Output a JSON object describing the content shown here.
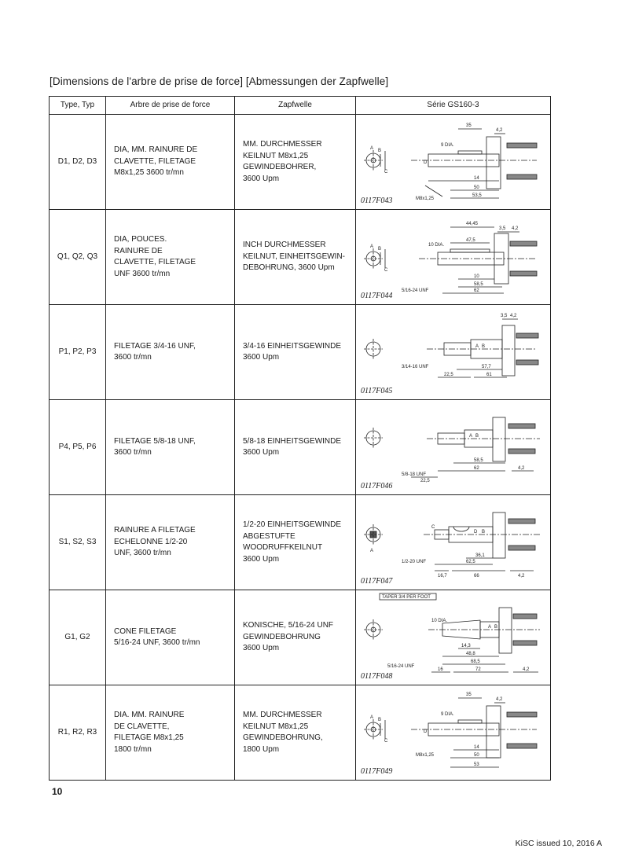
{
  "title": "[Dimensions de l'arbre de prise de force]  [Abmessungen der Zapfwelle]",
  "table": {
    "headers": {
      "type": "Type, Typ",
      "fr": "Arbre de prise de force",
      "de": "Zapfwelle",
      "series": "Série GS160-3"
    },
    "rows": [
      {
        "type": "D1, D2, D3",
        "fr": "DIA, MM. RAINURE DE\nCLAVETTE, FILETAGE\nM8x1,25 3600 tr/mn",
        "de": "MM. DURCHMESSER\nKEILNUT M8x1,25\nGEWINDEBOHRER,\n3600 Upm",
        "figure": {
          "code": "0117F043",
          "labels": {
            "a": "A",
            "b": "B",
            "c": "C",
            "d": "D",
            "dia": "9 DIA.",
            "d1": "35",
            "d2": "4,2",
            "d3": "14",
            "d4": "50",
            "d5": "53,5",
            "thread": "M8x1,25"
          }
        }
      },
      {
        "type": "Q1, Q2, Q3",
        "fr": "DIA, POUCES.\nRAINURE DE\nCLAVETTE, FILETAGE\nUNF 3600 tr/mn",
        "de": "INCH DURCHMESSER\nKEILNUT, EINHEITSGEWIN-\nDEBOHRUNG, 3600 Upm",
        "figure": {
          "code": "0117F044",
          "labels": {
            "a": "A",
            "b": "B",
            "c": "C",
            "dia": "10 DIA.",
            "d1": "44,45",
            "d2": "3,5",
            "d3": "4,2",
            "d4": "47,5",
            "d5": "10",
            "d6": "58,5",
            "d7": "62",
            "thread": "5/16-24 UNF"
          }
        }
      },
      {
        "type": "P1, P2, P3",
        "fr": "FILETAGE 3/4-16 UNF,\n3600 tr/mn",
        "de": "3/4-16 EINHEITSGEWINDE\n3600 Upm",
        "figure": {
          "code": "0117F045",
          "labels": {
            "a": "A",
            "b": "B",
            "d1": "3,5",
            "d2": "4,2",
            "d3": "57,7",
            "d4": "22,5",
            "d5": "61",
            "thread": "3/14-16 UNF"
          }
        }
      },
      {
        "type": "P4, P5, P6",
        "fr": "FILETAGE 5/8-18 UNF,\n3600 tr/mn",
        "de": "5/8-18 EINHEITSGEWINDE\n3600 Upm",
        "figure": {
          "code": "0117F046",
          "labels": {
            "a": "A",
            "b": "B",
            "d1": "58,5",
            "d2": "62",
            "d3": "4,2",
            "d4": "22,5",
            "thread": "5/8-18 UNF"
          }
        }
      },
      {
        "type": "S1, S2, S3",
        "fr": "RAINURE A FILETAGE\nECHELONNE 1/2-20\nUNF, 3600 tr/mn",
        "de": "1/2-20 EINHEITSGEWINDE\nABGESTUFTE\nWOODRUFFKEILNUT\n3600 Upm",
        "figure": {
          "code": "0117F047",
          "labels": {
            "a": "A",
            "b": "B",
            "c": "C",
            "d": "D",
            "d1": "36,1",
            "d2": "62,5",
            "d3": "16,7",
            "d4": "66",
            "d5": "4,2",
            "thread": "1/2-20 UNF"
          }
        }
      },
      {
        "type": "G1, G2",
        "fr": "CONE FILETAGE\n5/16-24 UNF, 3600 tr/mn",
        "de": "KONISCHE, 5/16-24 UNF\nGEWINDEBOHRUNG\n3600 Upm",
        "figure": {
          "code": "0117F048",
          "labels": {
            "taper": "TAPER 3/4 PER FOOT",
            "a": "A",
            "b": "B",
            "dia": "10 DIA.",
            "d1": "14,3",
            "d2": "48,8",
            "d3": "68,5",
            "d4": "16",
            "d5": "72",
            "d6": "4,2",
            "thread": "5/16-24 UNF"
          }
        }
      },
      {
        "type": "R1, R2, R3",
        "fr": "DIA. MM. RAINURE\nDE CLAVETTE,\nFILETAGE M8x1,25\n1800 tr/mn",
        "de": "MM. DURCHMESSER\nKEILNUT M8x1,25\nGEWINDEBOHRUNG,\n1800 Upm",
        "figure": {
          "code": "0117F049",
          "labels": {
            "a": "A",
            "b": "B",
            "c": "C",
            "d": "D",
            "dia": "9 DIA.",
            "d1": "35",
            "d2": "4,2",
            "d3": "14",
            "d4": "50",
            "d5": "53",
            "thread": "M8x1,25"
          }
        }
      }
    ]
  },
  "page_number": "10",
  "footer": "KiSC issued 10, 2016 A"
}
